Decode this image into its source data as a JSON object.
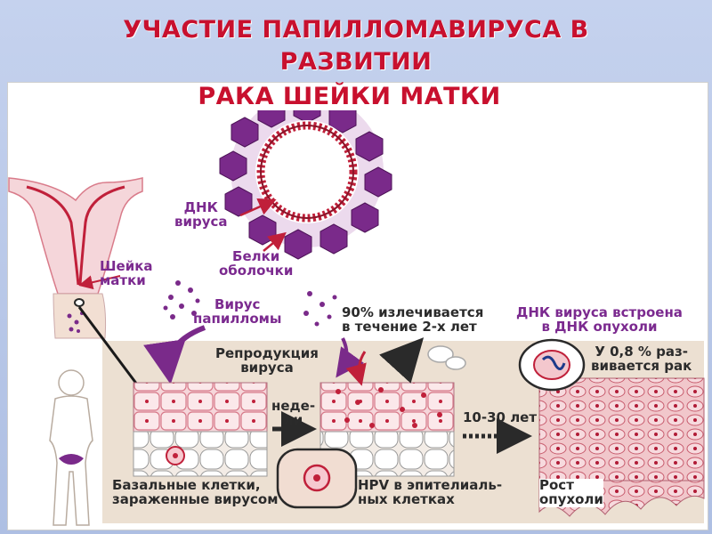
{
  "title": {
    "line1": "УЧАСТИЕ ПАПИЛЛОМАВИРУСА В",
    "line2": "РАЗВИТИИ",
    "line3": "РАКА ШЕЙКИ МАТКИ"
  },
  "labels": {
    "dna_virus": "ДНК\nвируса",
    "proteins": "Белки\nоболочки",
    "cervix": "Шейка\nматки",
    "virus_papilloma": "Вирус\nпапилломы",
    "cured": "90% излечивается\nв течение 2-х лет",
    "dna_integrated": "ДНК вируса встроена\nв ДНК опухоли",
    "reproduction": "Репродукция\nвируса",
    "cancer_percent": "У 0,8 % раз-\nвивается рак",
    "weeks": "неде-\nли",
    "years": "10-30 лет",
    "basal_cells": "Базальные клетки,\nзараженные вирусом",
    "hpv_epithelial": "HPV в эпителиаль-\nных клетках",
    "tumor_growth": "Рост\nопухоли"
  },
  "colors": {
    "title_red": "#c8102e",
    "label_purple": "#7b2a8f",
    "virus_purple": "#7a2a8a",
    "dna_red": "#c0203a",
    "tissue_bg": "#ece0d2",
    "cell_pink": "#f7d3d8",
    "arrow_dark": "#2a2a2a"
  },
  "icons": [
    "virus-particle-icon",
    "uterus-icon",
    "female-silhouette-icon",
    "arrow-icon"
  ]
}
